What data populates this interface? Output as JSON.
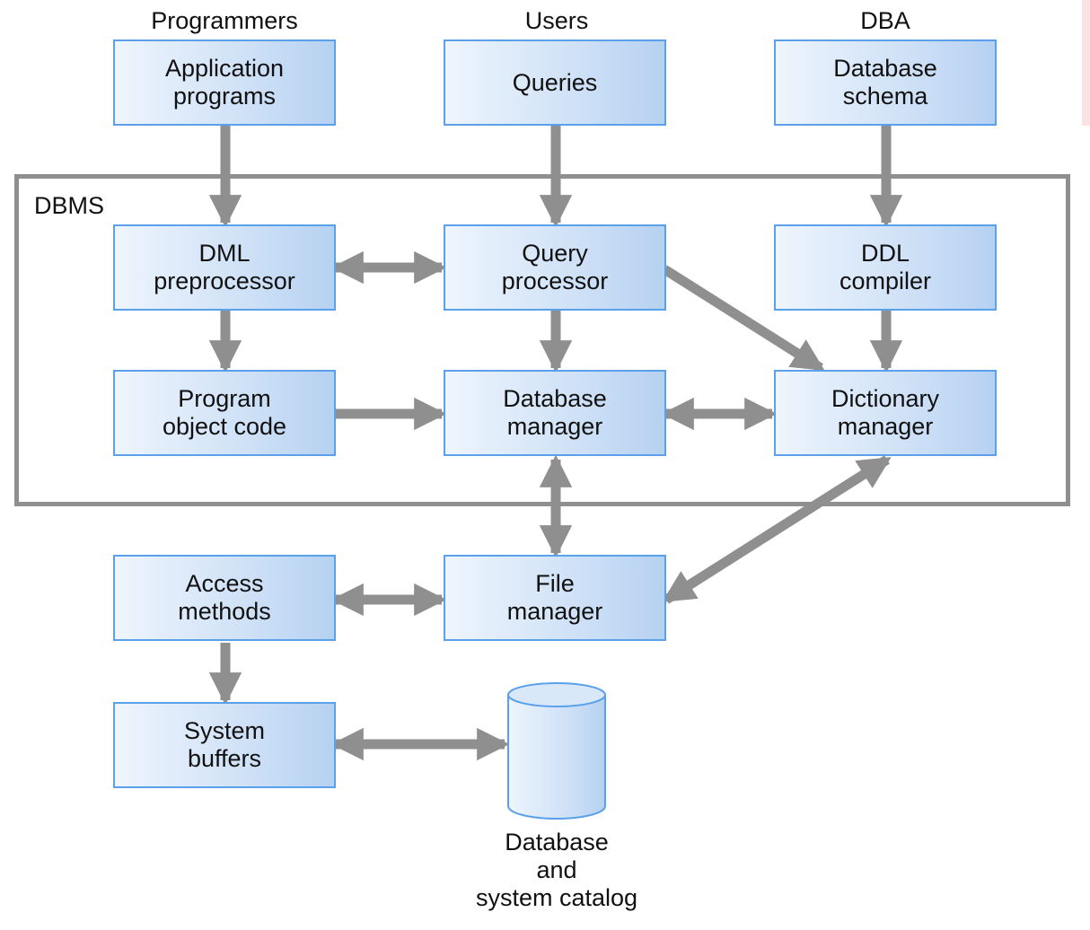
{
  "roles": {
    "programmers": "Programmers",
    "users": "Users",
    "dba": "DBA"
  },
  "dbms_label": "DBMS",
  "boxes": {
    "application_programs": [
      "Application",
      "programs"
    ],
    "queries": [
      "Queries"
    ],
    "database_schema": [
      "Database",
      "schema"
    ],
    "dml_preprocessor": [
      "DML",
      "preprocessor"
    ],
    "query_processor": [
      "Query",
      "processor"
    ],
    "ddl_compiler": [
      "DDL",
      "compiler"
    ],
    "program_object_code": [
      "Program",
      "object code"
    ],
    "database_manager": [
      "Database",
      "manager"
    ],
    "dictionary_manager": [
      "Dictionary",
      "manager"
    ],
    "access_methods": [
      "Access",
      "methods"
    ],
    "file_manager": [
      "File",
      "manager"
    ],
    "system_buffers": [
      "System",
      "buffers"
    ]
  },
  "storage_label": [
    "Database",
    "and",
    "system catalog"
  ],
  "colors": {
    "box_border": "#5aa0ea",
    "box_fill_light": "#eef5fd",
    "box_fill_dark": "#b6d1f1",
    "arrow": "#8f8f8f"
  }
}
